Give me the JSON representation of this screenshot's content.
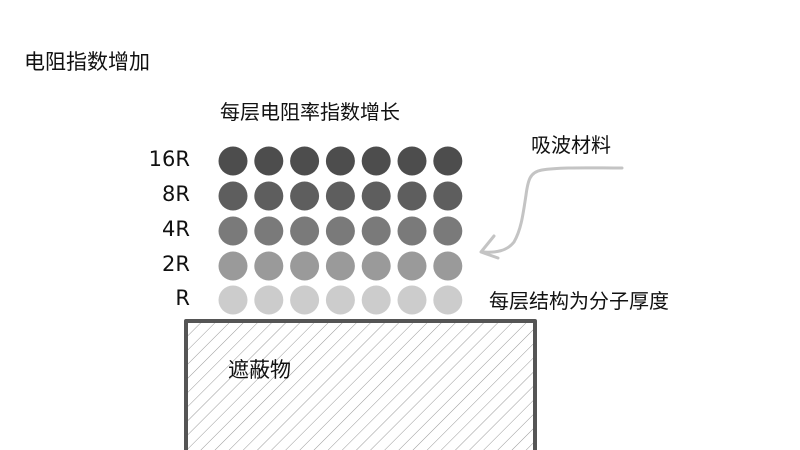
{
  "title": "电阻指数增加",
  "subtitle": "每层电阻率指数增长",
  "absorber_label": "吸波材料",
  "layer_thickness_label": "每层结构为分子厚度",
  "shield_label": "遮蔽物",
  "layers": [
    {
      "label": "16R",
      "color": "#4d4d4d"
    },
    {
      "label": "8R",
      "color": "#5e5e5e"
    },
    {
      "label": "4R",
      "color": "#7a7a7a"
    },
    {
      "label": "2R",
      "color": "#9a9a9a"
    },
    {
      "label": "R",
      "color": "#cccccc"
    }
  ],
  "particles_per_layer": 7,
  "colors": {
    "arrow": "#c4c4c4",
    "shield_border": "#555555",
    "hatch": "#9a9a9a"
  }
}
